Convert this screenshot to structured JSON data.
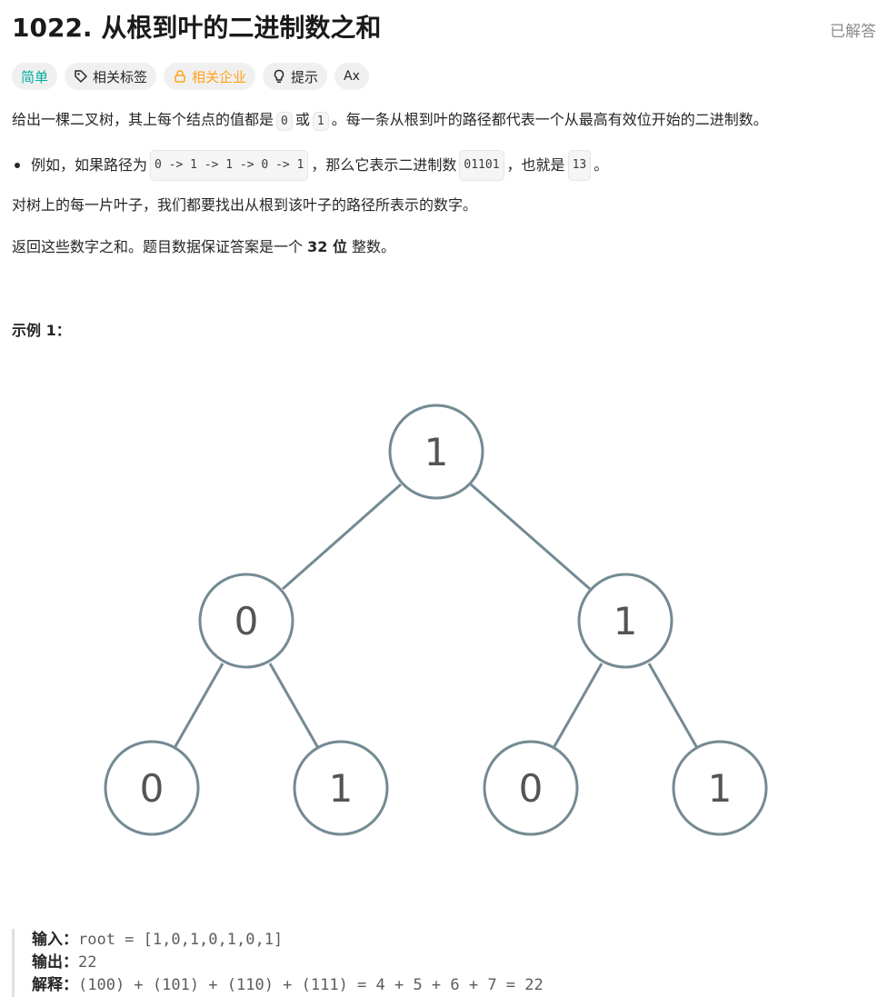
{
  "header": {
    "title": "1022. 从根到叶的二进制数之和",
    "status": "已解答"
  },
  "tags": {
    "difficulty": "简单",
    "related_tags": "相关标签",
    "related_companies": "相关企业",
    "hint": "提示",
    "translate_icon": "Ax"
  },
  "description": {
    "p1_a": "给出一棵二叉树，其上每个结点的值都是",
    "p1_code0": "0",
    "p1_b": "或",
    "p1_code1": "1",
    "p1_c": "。每一条从根到叶的路径都代表一个从最高有效位开始的二进制数。",
    "li_a": "例如，如果路径为",
    "li_code_path": "0 -> 1 -> 1 -> 0 -> 1",
    "li_b": "，那么它表示二进制数",
    "li_code_bin": "01101",
    "li_c": "，也就是",
    "li_code_dec": "13",
    "li_d": "。",
    "p3": "对树上的每一片叶子，我们都要找出从根到该叶子的路径所表示的数字。",
    "p4_a": "返回这些数字之和。题目数据保证答案是一个",
    "p4_bold": "32 位",
    "p4_b": "整数。"
  },
  "example1": {
    "title": "示例 1：",
    "tree_nodes": [
      "1",
      "0",
      "1",
      "0",
      "1",
      "0",
      "1"
    ],
    "input_label": "输入：",
    "input_value": "root = [1,0,1,0,1,0,1]",
    "output_label": "输出：",
    "output_value": "22",
    "explain_label": "解释：",
    "explain_value": "(100) + (101) + (110) + (111) = 4 + 5 + 6 + 7 = 22"
  }
}
